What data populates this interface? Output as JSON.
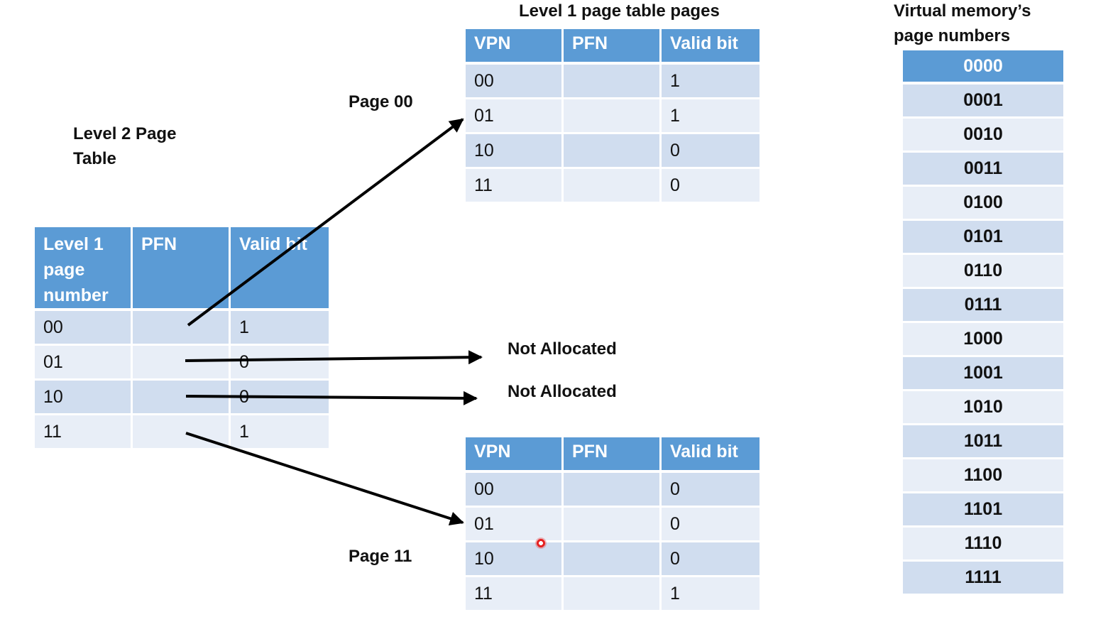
{
  "labels": {
    "level1_pages_title": "Level 1 page table pages",
    "vm_title_line1": "Virtual memory’s",
    "vm_title_line2": "page numbers",
    "level2_title_line1": "Level 2 Page",
    "level2_title_line2": "Table",
    "page_00": "Page 00",
    "page_11": "Page 11",
    "not_allocated_1": "Not Allocated",
    "not_allocated_2": "Not Allocated"
  },
  "level2_table": {
    "headers": [
      "Level 1 page number",
      "PFN",
      "Valid bit"
    ],
    "rows": [
      {
        "page": "00",
        "pfn": "",
        "valid": "1"
      },
      {
        "page": "01",
        "pfn": "",
        "valid": "0"
      },
      {
        "page": "10",
        "pfn": "",
        "valid": "0"
      },
      {
        "page": "11",
        "pfn": "",
        "valid": "1"
      }
    ]
  },
  "page00_table": {
    "headers": [
      "VPN",
      "PFN",
      "Valid bit"
    ],
    "rows": [
      {
        "vpn": "00",
        "pfn": "",
        "valid": "1"
      },
      {
        "vpn": "01",
        "pfn": "",
        "valid": "1"
      },
      {
        "vpn": "10",
        "pfn": "",
        "valid": "0"
      },
      {
        "vpn": "11",
        "pfn": "",
        "valid": "0"
      }
    ]
  },
  "page11_table": {
    "headers": [
      "VPN",
      "PFN",
      "Valid bit"
    ],
    "rows": [
      {
        "vpn": "00",
        "pfn": "",
        "valid": "0"
      },
      {
        "vpn": "01",
        "pfn": "",
        "valid": "0"
      },
      {
        "vpn": "10",
        "pfn": "",
        "valid": "0"
      },
      {
        "vpn": "11",
        "pfn": "",
        "valid": "1"
      }
    ]
  },
  "vm_pages": [
    "0000",
    "0001",
    "0010",
    "0011",
    "0100",
    "0101",
    "0110",
    "0111",
    "1000",
    "1001",
    "1010",
    "1011",
    "1100",
    "1101",
    "1110",
    "1111"
  ],
  "colors": {
    "header": "#5b9bd5",
    "row_dark": "#d0ddef",
    "row_light": "#e8eef7",
    "cursor": "#e52020"
  }
}
